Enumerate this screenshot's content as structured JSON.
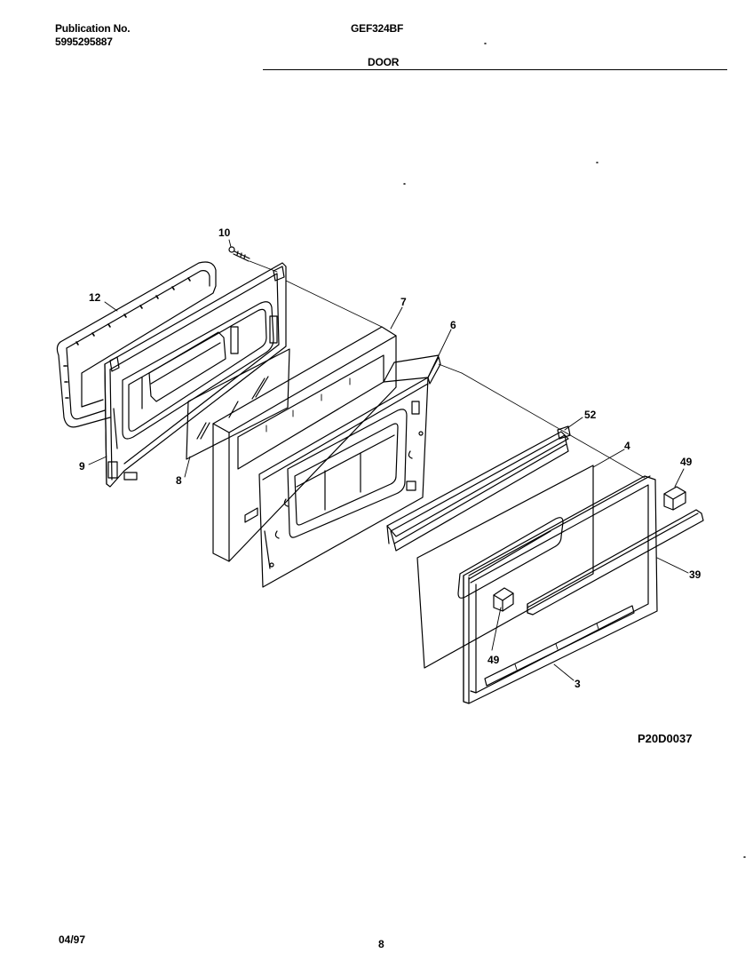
{
  "header": {
    "publication_label": "Publication No.",
    "publication_number": "5995295887",
    "model": "GEF324BF",
    "section": "DOOR"
  },
  "callouts": {
    "c10": "10",
    "c12": "12",
    "c7": "7",
    "c6": "6",
    "c52": "52",
    "c4": "4",
    "c49_top": "49",
    "c39": "39",
    "c9": "9",
    "c8": "8",
    "c49_bottom": "49",
    "c3": "3"
  },
  "diagram_code": "P20D0037",
  "footer": {
    "date": "04/97",
    "page": "8"
  }
}
